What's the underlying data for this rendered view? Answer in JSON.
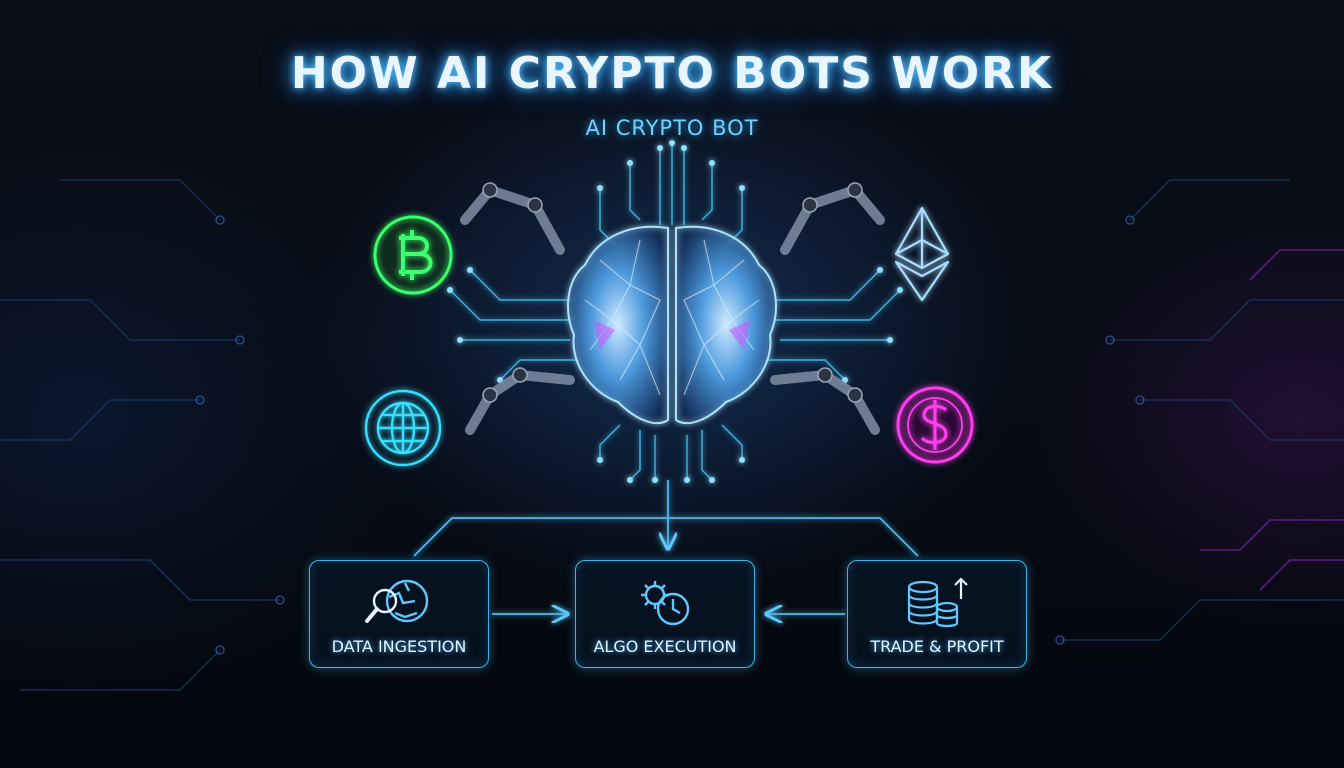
{
  "title": "HOW AI CRYPTO BOTS WORK",
  "subtitle": "AI CRYPTO BOT",
  "icons": {
    "bitcoin": {
      "name": "bitcoin-icon",
      "color": "#3bff6e"
    },
    "ethereum": {
      "name": "ethereum-icon",
      "color": "#a9ddff"
    },
    "globe": {
      "name": "globe-icon",
      "color": "#36e0ff"
    },
    "dollar": {
      "name": "dollar-coin-icon",
      "color": "#ff3df0"
    },
    "brain": {
      "name": "brain-icon",
      "color": "#6fd8ff"
    }
  },
  "steps": [
    {
      "label": "DATA INGESTION",
      "icon": "magnifier-globe-icon"
    },
    {
      "label": "ALGO EXECUTION",
      "icon": "gear-clock-icon"
    },
    {
      "label": "TRADE & PROFIT",
      "icon": "coin-stack-arrow-icon"
    }
  ],
  "colors": {
    "accent": "#3fb3e8",
    "glow": "#5fc8ff",
    "background": "#05080f"
  }
}
